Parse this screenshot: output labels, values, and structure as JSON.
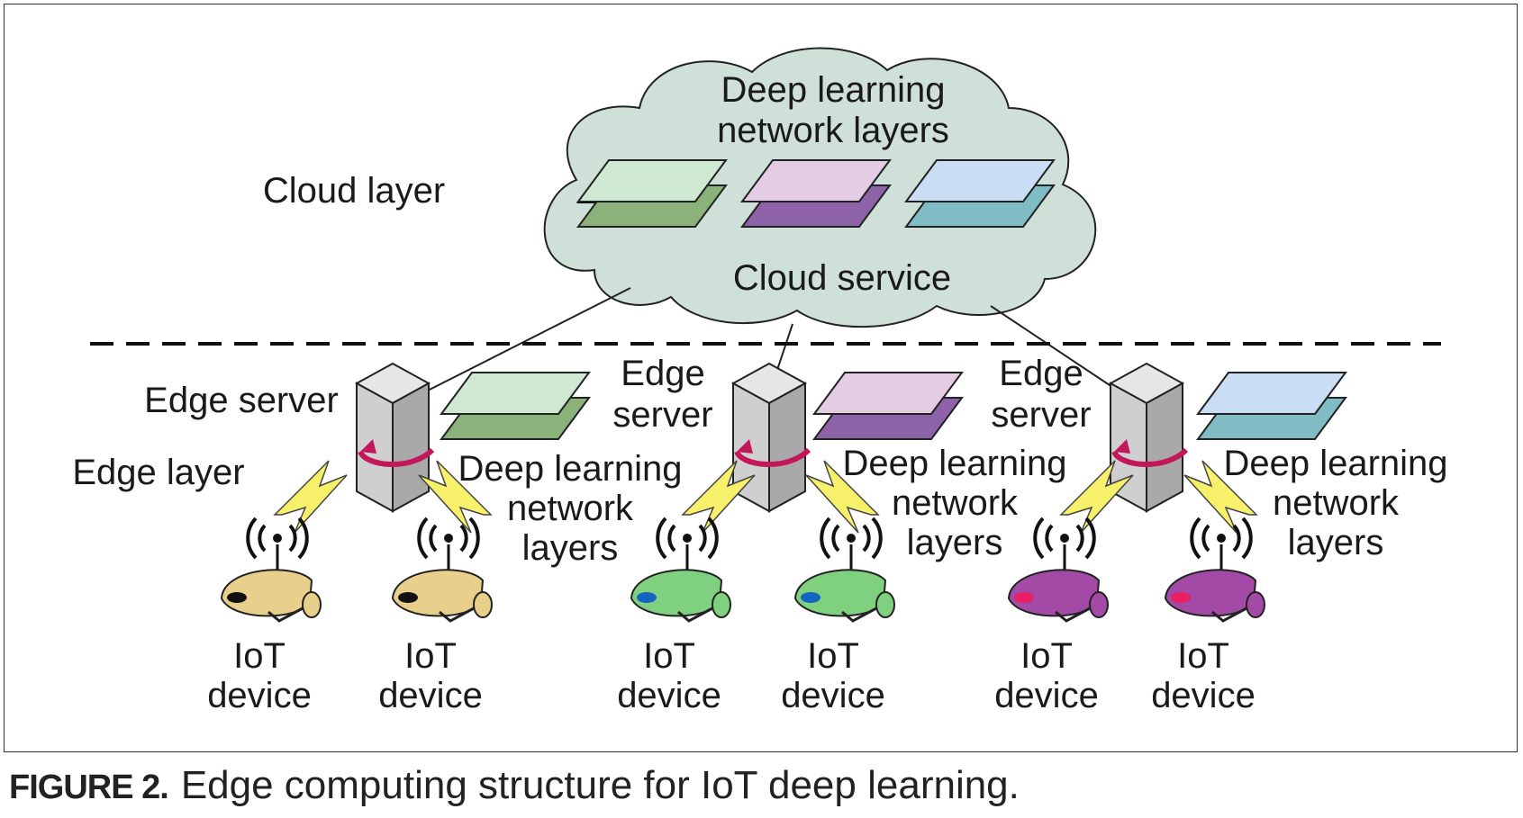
{
  "cloud": {
    "title_line1": "Deep learning",
    "title_line2": "network layers",
    "service_label": "Cloud service",
    "layer_label": "Cloud layer",
    "layer_colors": [
      {
        "top": "#cfe8d2",
        "bottom": "#8bb27a"
      },
      {
        "top": "#e4cce4",
        "bottom": "#8e62a8"
      },
      {
        "top": "#c9def5",
        "bottom": "#7fbcc4"
      }
    ]
  },
  "edge": {
    "layer_label": "Edge layer",
    "server_label_single": "Edge server",
    "server_label_line1": "Edge",
    "server_label_line2": "server",
    "dl_line1": "Deep learning",
    "dl_line2": "network",
    "dl_line3": "layers",
    "server_icon": "server-tower-icon"
  },
  "devices": {
    "label_line1": "IoT",
    "label_line2": "device",
    "icon": "iot-camera-icon",
    "colors": [
      "#e8cf8c",
      "#7fd07f",
      "#a34aa6"
    ]
  },
  "caption": {
    "figure_number": "FIGURE 2.",
    "text": "Edge computing structure for IoT deep learning."
  }
}
